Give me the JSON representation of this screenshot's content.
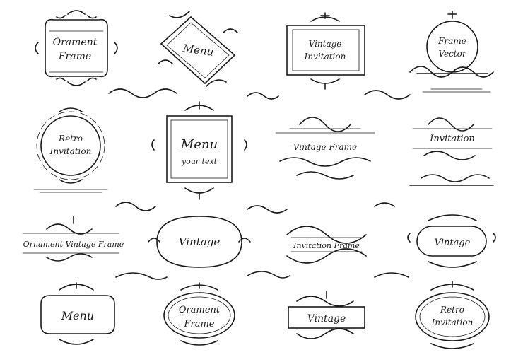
{
  "colors": {
    "ink": "#1a1a1a",
    "background": "#ffffff"
  },
  "frames": [
    {
      "name": "frame-ornament-frame",
      "lines": [
        "Orament",
        "Frame"
      ]
    },
    {
      "name": "frame-menu-diamond",
      "lines": [
        "Menu"
      ]
    },
    {
      "name": "frame-vintage-invitation",
      "lines": [
        "Vintage",
        "Invitation"
      ]
    },
    {
      "name": "frame-frame-vector",
      "lines": [
        "Frame",
        "Vector"
      ]
    },
    {
      "name": "frame-retro-invitation",
      "lines": [
        "Retro",
        "Invitation"
      ]
    },
    {
      "name": "frame-menu-your-text",
      "lines": [
        "Menu",
        "your text"
      ]
    },
    {
      "name": "frame-vintage-frame-banner",
      "lines": [
        "Vintage Frame"
      ]
    },
    {
      "name": "frame-invitation-banner",
      "lines": [
        "Invitation"
      ]
    },
    {
      "name": "frame-ornament-vintage-frame-banner",
      "lines": [
        "Ornament Vintage Frame"
      ]
    },
    {
      "name": "frame-vintage-scroll",
      "lines": [
        "Vintage"
      ]
    },
    {
      "name": "frame-invitation-frame-banner",
      "lines": [
        "Invitation Frame"
      ]
    },
    {
      "name": "frame-vintage-oval",
      "lines": [
        "Vintage"
      ]
    },
    {
      "name": "frame-menu-bottom",
      "lines": [
        "Menu"
      ]
    },
    {
      "name": "frame-ornament-frame-oval",
      "lines": [
        "Orament",
        "Frame"
      ]
    },
    {
      "name": "frame-vintage-rect",
      "lines": [
        "Vintage"
      ]
    },
    {
      "name": "frame-retro-invitation-oval",
      "lines": [
        "Retro",
        "Invitation"
      ]
    }
  ]
}
